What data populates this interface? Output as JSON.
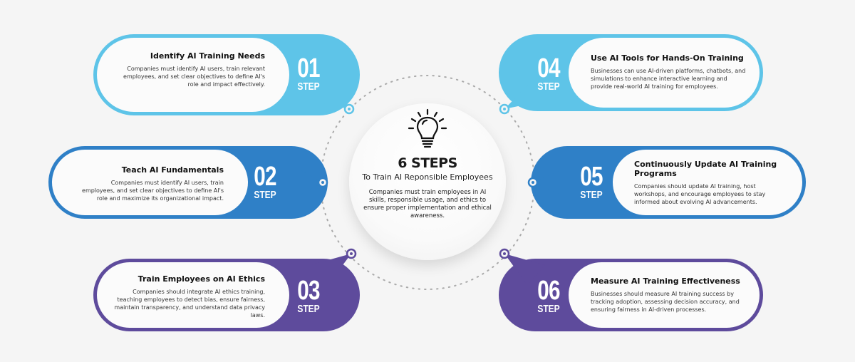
{
  "colors": {
    "background": "#f5f5f5",
    "light_blue": "#5EC4E8",
    "blue": "#2F80C7",
    "purple": "#5E4B9C",
    "text_dark": "#1a1a1a"
  },
  "center": {
    "icon": "lightbulb-icon",
    "title": "6 STEPS",
    "subtitle": "To Train AI Reponsible Employees",
    "description": "Companies must train employees in AI skills, responsible usage, and ethics to ensure proper implementation and ethical awareness."
  },
  "steps": [
    {
      "number": "01",
      "label": "STEP",
      "title": "Identify AI Training Needs",
      "description": "Companies must identify AI users, train relevant employees, and set clear objectives to define AI's role and impact effectively.",
      "color": "#5EC4E8"
    },
    {
      "number": "02",
      "label": "STEP",
      "title": "Teach AI Fundamentals",
      "description": "Companies must identify AI users, train employees, and set clear objectives to define AI's role and maximize its organizational impact.",
      "color": "#2F80C7"
    },
    {
      "number": "03",
      "label": "STEP",
      "title": "Train Employees on AI Ethics",
      "description": "Companies should integrate AI ethics training, teaching employees to detect bias, ensure fairness, maintain transparency, and understand data privacy laws.",
      "color": "#5E4B9C"
    },
    {
      "number": "04",
      "label": "STEP",
      "title": "Use AI Tools for Hands-On Training",
      "description": "Businesses can use AI-driven platforms, chatbots, and simulations to enhance interactive learning and provide real-world AI training for employees.",
      "color": "#5EC4E8"
    },
    {
      "number": "05",
      "label": "STEP",
      "title": "Continuously Update AI Training Programs",
      "description": "Companies should update AI training, host workshops, and encourage employees to stay informed about evolving AI advancements.",
      "color": "#2F80C7"
    },
    {
      "number": "06",
      "label": "STEP",
      "title": "Measure AI Training Effectiveness",
      "description": "Businesses should measure AI training success by tracking adoption, assessing decision accuracy, and ensuring fairness in AI-driven processes.",
      "color": "#5E4B9C"
    }
  ]
}
